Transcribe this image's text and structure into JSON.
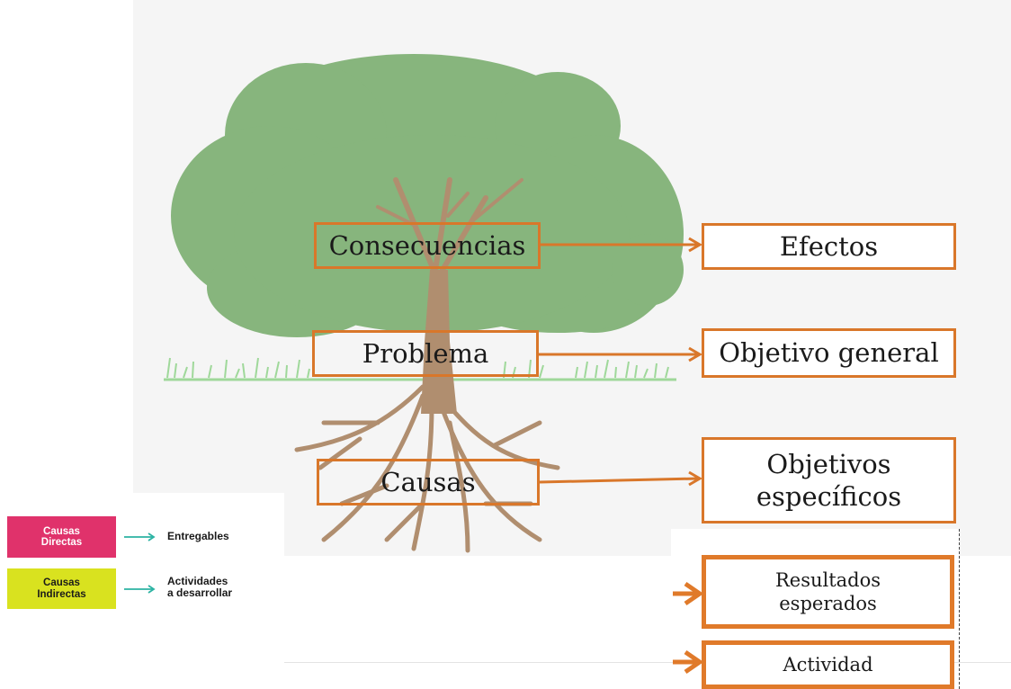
{
  "diagram": {
    "consequences_label": "Consecuencias",
    "problem_label": "Problema",
    "causes_label": "Causas",
    "effects_label": "Efectos",
    "general_objective_label": "Objetivo general",
    "specific_objectives_line1": "Objetivos",
    "specific_objectives_line2": "específicos",
    "expected_results_line1": "Resultados",
    "expected_results_line2": "esperados",
    "activity_label": "Actividad"
  },
  "legend": {
    "direct_causes_line1": "Causas",
    "direct_causes_line2": "Directas",
    "direct_target": "Entregables",
    "indirect_causes_line1": "Causas",
    "indirect_causes_line2": "Indirectas",
    "indirect_target_line1": "Actividades",
    "indirect_target_line2": "a desarrollar"
  },
  "colors": {
    "accent_orange": "#d9772a",
    "canopy_green": "#87b57d",
    "trunk_brown": "#b08e6f",
    "grass_green": "#9fd89a",
    "direct_badge": "#e0326b",
    "indirect_badge": "#d9e21f",
    "legend_arrow": "#2bb3a3"
  }
}
